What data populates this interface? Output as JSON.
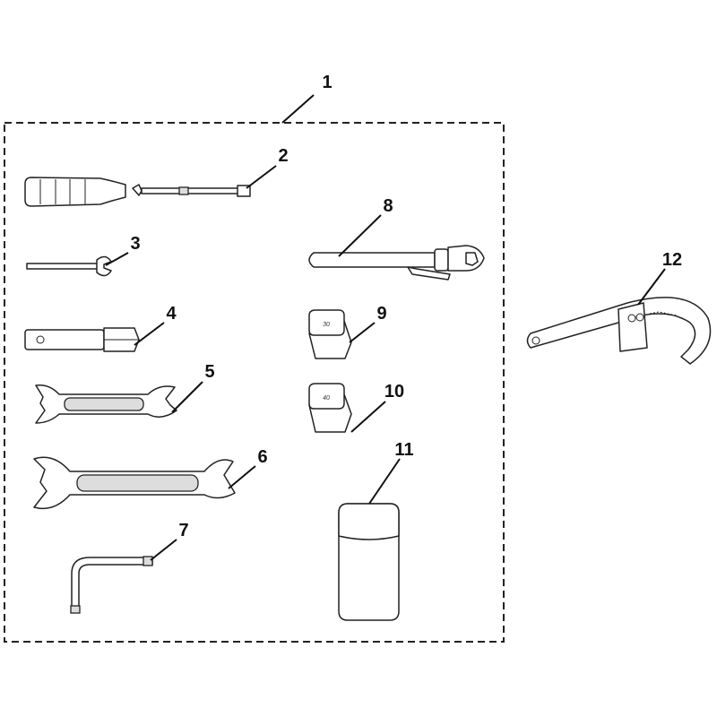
{
  "callouts": [
    "1",
    "2",
    "3",
    "4",
    "5",
    "6",
    "7",
    "8",
    "9",
    "10",
    "11",
    "12"
  ],
  "socket_marks": {
    "socket_9": "30",
    "socket_10": "40"
  }
}
